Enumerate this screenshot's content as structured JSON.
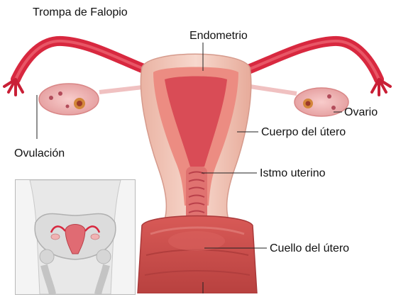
{
  "labels": {
    "fallopian_tube": "Trompa de Falopio",
    "endometrium": "Endometrio",
    "ovary": "Ovario",
    "uterus_body": "Cuerpo del útero",
    "ovulation": "Ovulación",
    "isthmus": "Istmo uterino",
    "cervix": "Cuello del útero"
  },
  "colors": {
    "tube": "#d8283f",
    "uterus_outer": "#f2c3b5",
    "endometrium": "#e8786f",
    "cavity": "#d84c55",
    "cervix": "#c94a4a",
    "ovary": "#f0b3b3",
    "inset_bg": "#f4f4f4"
  }
}
